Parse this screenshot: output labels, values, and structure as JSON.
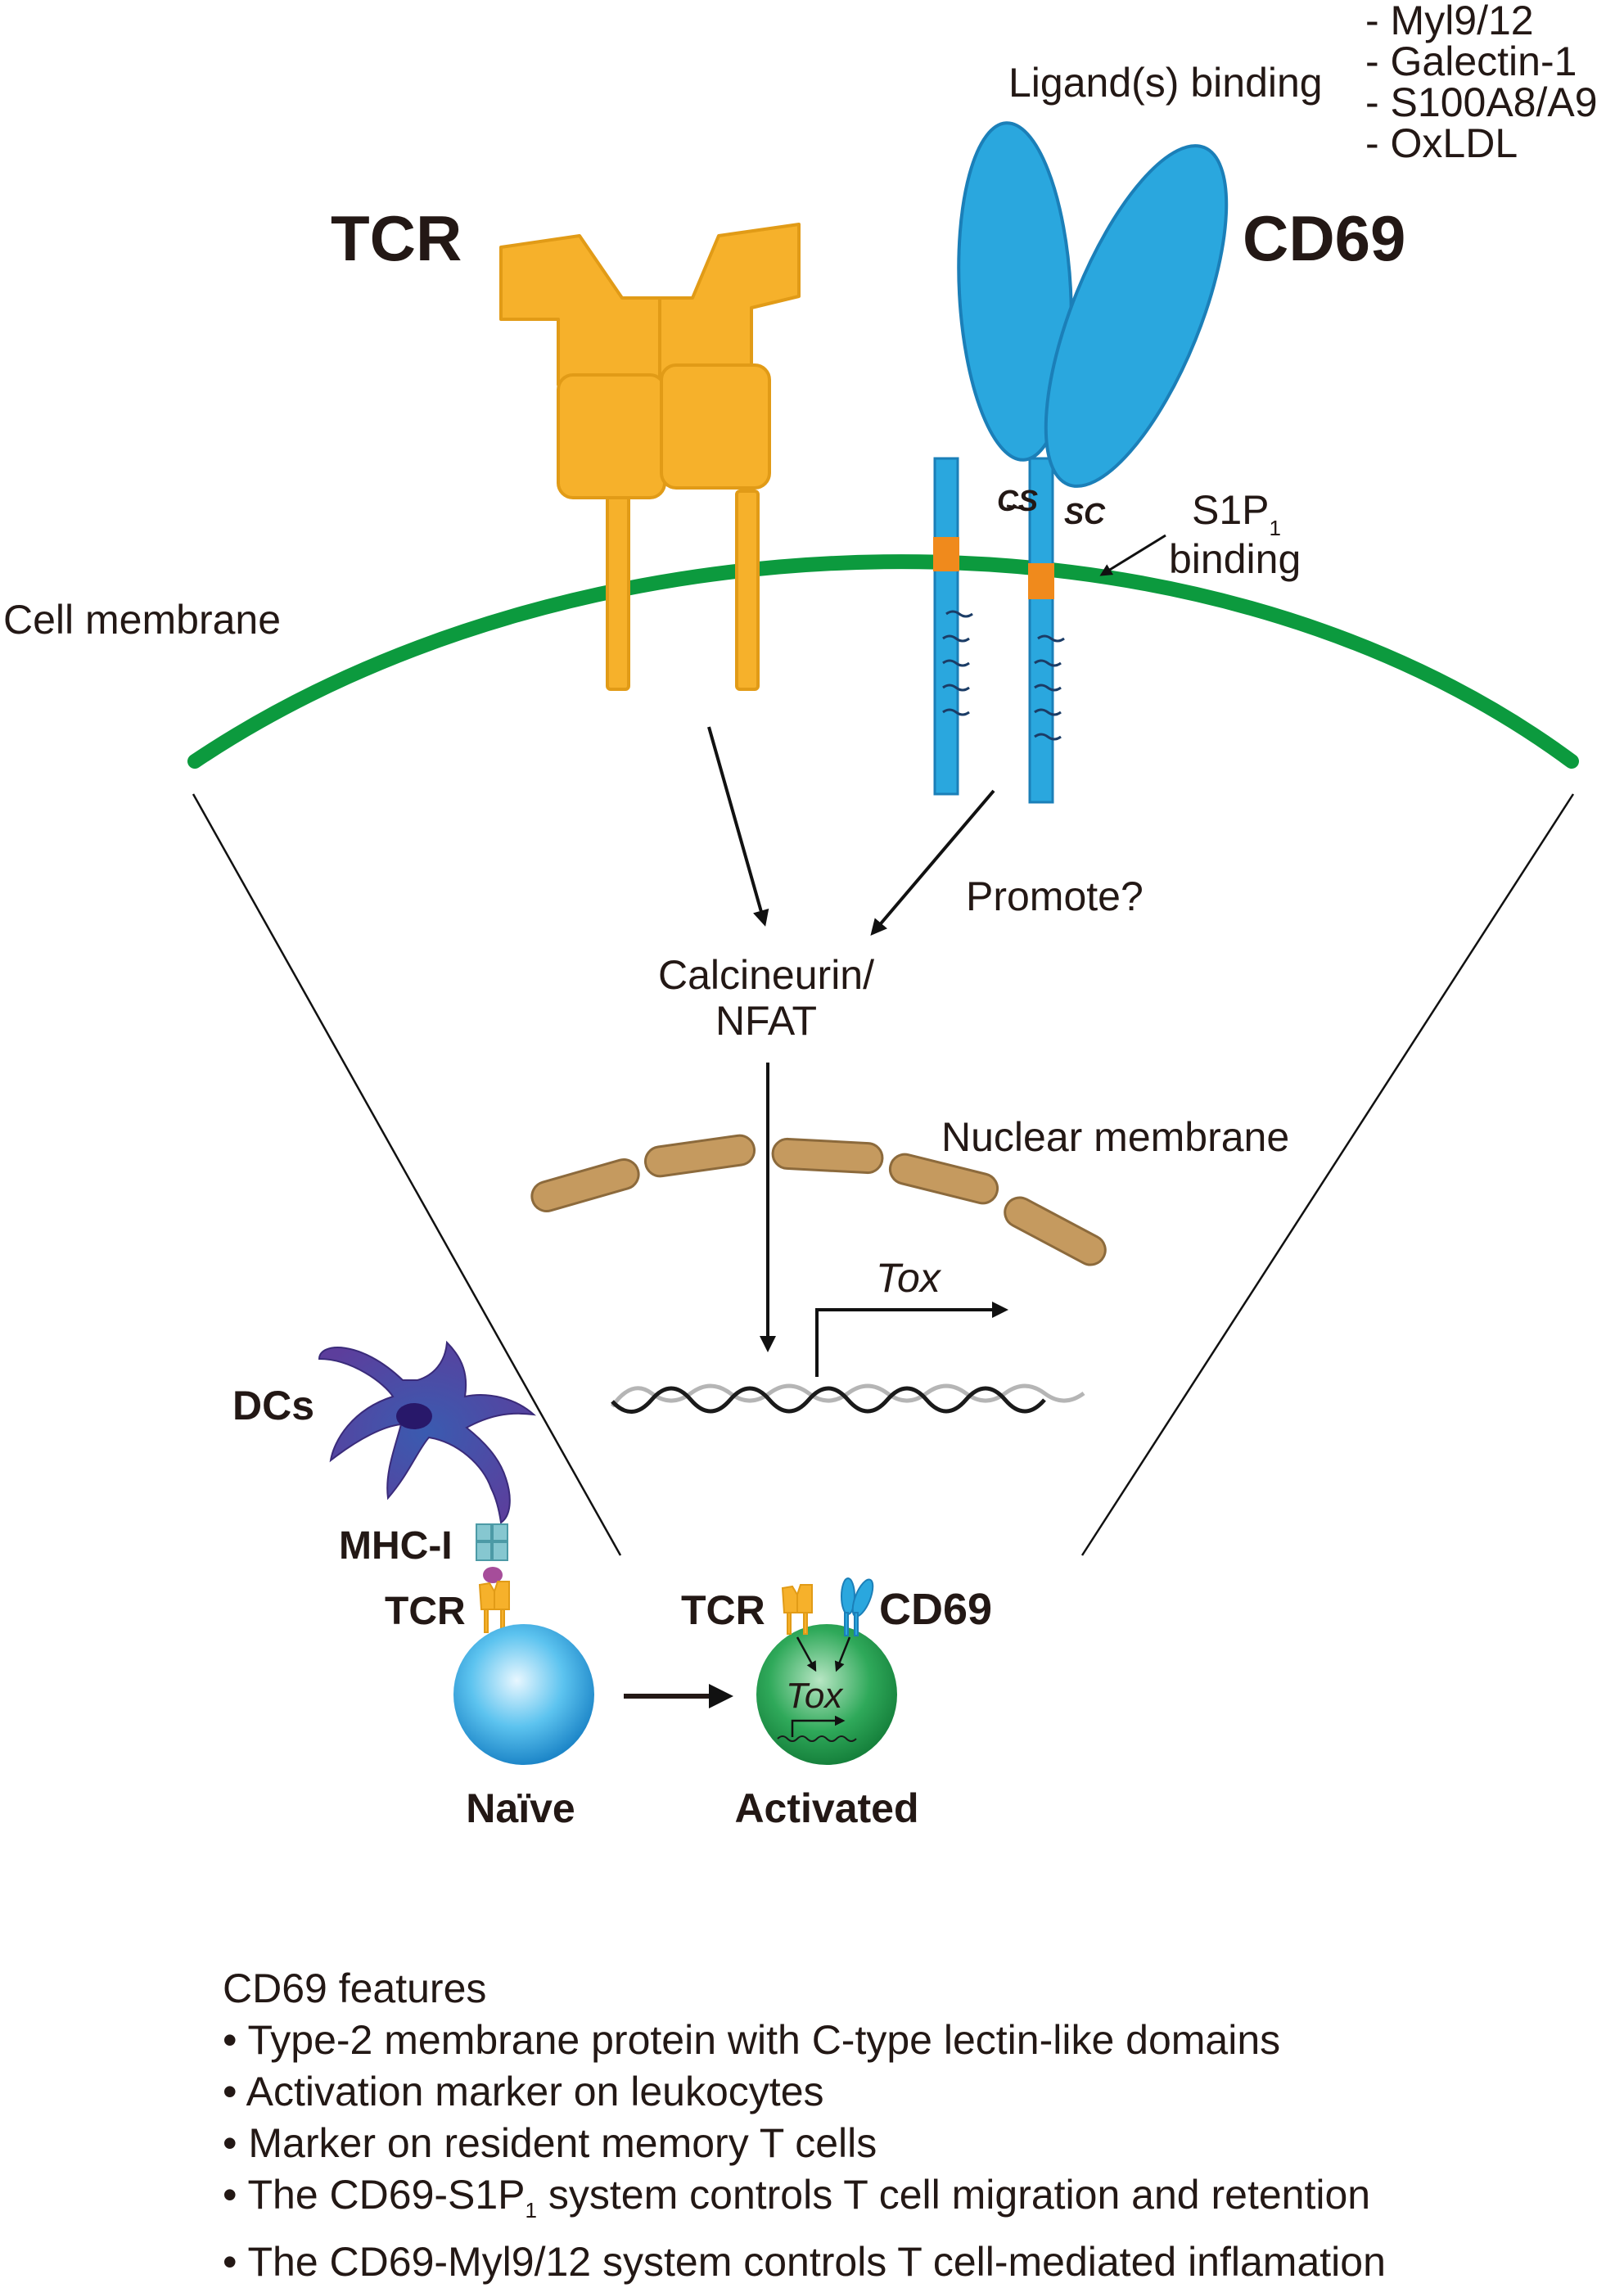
{
  "ligands": {
    "heading": "Ligand(s) binding",
    "items": [
      "- Myl9/12",
      "- Galectin-1",
      "- S100A8/A9",
      "- OxLDL"
    ]
  },
  "receptors": {
    "tcr": "TCR",
    "cd69": "CD69"
  },
  "disulfide": {
    "left": "CS",
    "right": "SC"
  },
  "s1p": {
    "main": "S1P",
    "sub": "1",
    "line2": "binding"
  },
  "labels": {
    "cell_membrane": "Cell membrane",
    "promote": "Promote?",
    "calcineurin_line1": "Calcineurin/",
    "calcineurin_line2": "NFAT",
    "nuclear_membrane": "Nuclear membrane",
    "tox": "Tox"
  },
  "lower": {
    "dcs": "DCs",
    "mhc": "MHC-I",
    "tcr_naive": "TCR",
    "tcr_activated": "TCR",
    "cd69": "CD69",
    "tox": "Tox",
    "naive": "Naïve",
    "activated": "Activated"
  },
  "features": {
    "title": "CD69 features",
    "items": [
      {
        "text": "• Type-2 membrane protein with C-type lectin-like domains"
      },
      {
        "text": "• Activation marker on leukocytes"
      },
      {
        "text": "• Marker on resident memory T cells"
      },
      {
        "pre": "• The CD69-S1P",
        "sub": "1",
        "post": " system controls T cell migration and retention"
      },
      {
        "text": "• The CD69-Myl9/12 system controls T cell-mediated inflamation"
      }
    ]
  },
  "colors": {
    "tcr": "#f6b12b",
    "tcr_stroke": "#e19b17",
    "cd69": "#2aa7de",
    "cd69_stroke": "#1b7fb8",
    "membrane": "#0c9a3e",
    "nuclear": "#c59a5f",
    "orange": "#f08a1c",
    "dc": "#4b3a9a",
    "mhc": "#86c7d0"
  }
}
